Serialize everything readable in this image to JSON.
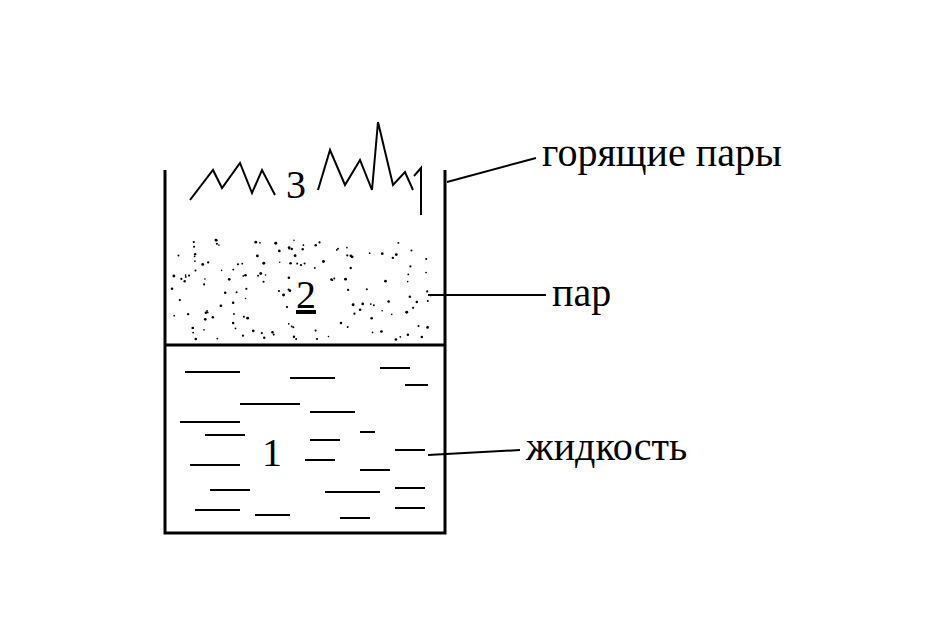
{
  "diagram": {
    "labels": [
      "3",
      "2",
      "1",
      "горящие пары",
      "пар",
      "жидкость"
    ]
  }
}
